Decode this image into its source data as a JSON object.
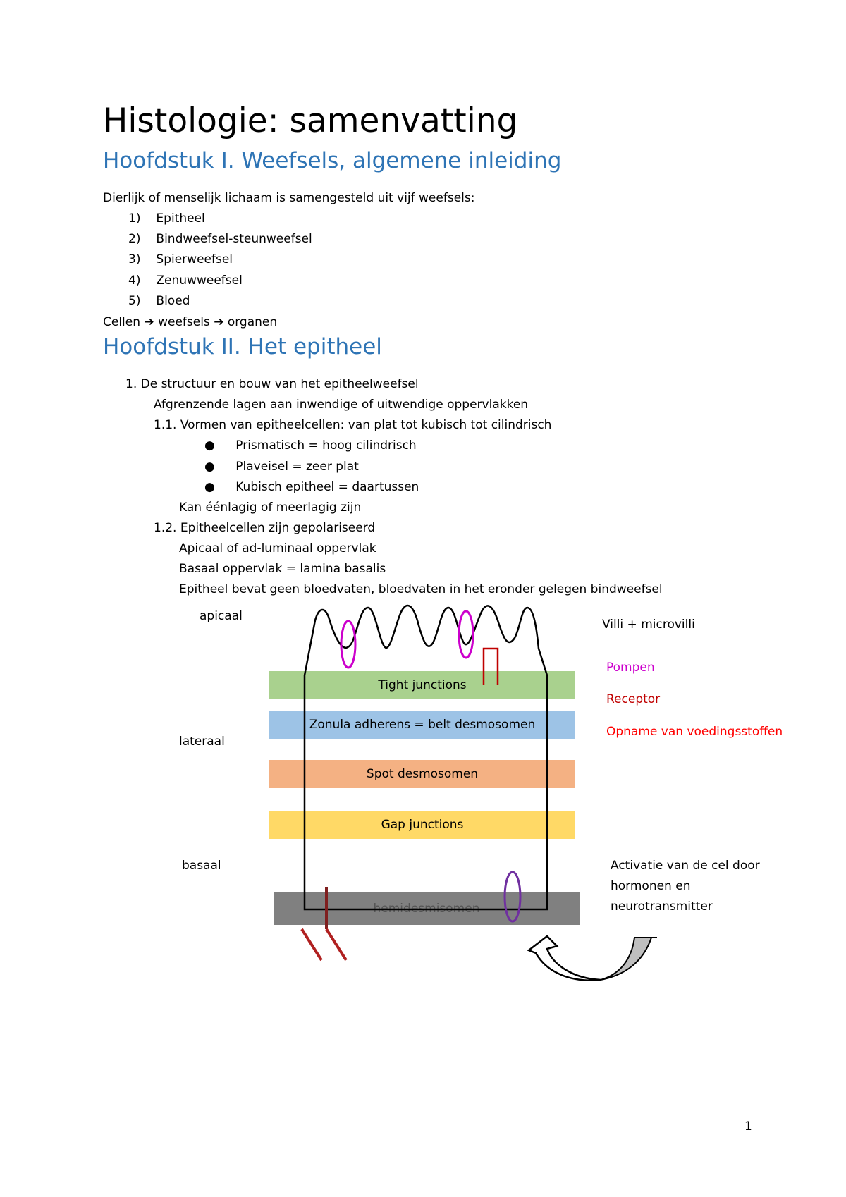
{
  "title": "Histologie: samenvatting",
  "chapter1": {
    "heading": "Hoofdstuk I. Weefsels, algemene inleiding",
    "intro": "Dierlijk of menselijk lichaam is samengesteld uit vijf weefsels:",
    "items": [
      {
        "num": "1)",
        "text": "Epitheel"
      },
      {
        "num": "2)",
        "text": "Bindweefsel-steunweefsel"
      },
      {
        "num": "3)",
        "text": "Spierweefsel"
      },
      {
        "num": "4)",
        "text": "Zenuwweefsel"
      },
      {
        "num": "5)",
        "text": "Bloed"
      }
    ],
    "flow": {
      "a": "Cellen",
      "arrow": "➔",
      "b": "weefsels",
      "c": "organen"
    }
  },
  "chapter2": {
    "heading": "Hoofdstuk II. Het epitheel",
    "section1": "1. De structuur en bouw van het epitheelweefsel",
    "section1_text": "Afgrenzende lagen aan inwendige of uitwendige oppervlakken",
    "sub11": "1.1. Vormen van epitheelcellen: van plat tot kubisch tot cilindrisch",
    "bullets": [
      "Prismatisch = hoog cilindrisch",
      "Plaveisel = zeer plat",
      "Kubisch epitheel = daartussen"
    ],
    "sub11_note": "Kan éénlagig of meerlagig zijn",
    "sub12": "1.2. Epitheelcellen zijn gepolariseerd",
    "sub12_lines": [
      "Apicaal of ad-luminaal oppervlak",
      "Basaal oppervlak = lamina basalis",
      "Epitheel bevat geen bloedvaten, bloedvaten in het eronder gelegen bindweefsel"
    ]
  },
  "diagram": {
    "left_labels": {
      "apical": "apicaal",
      "lateral": "lateraal",
      "basal": "basaal"
    },
    "bands": [
      {
        "label": "Tight junctions",
        "color": "#a9d18e"
      },
      {
        "label": "Zonula adherens = belt desmosomen",
        "color": "#9dc3e6"
      },
      {
        "label": "Spot desmosomen",
        "color": "#f4b183"
      },
      {
        "label": "Gap junctions",
        "color": "#ffd966"
      },
      {
        "label": "hemidesmisomen",
        "color": "#808080"
      }
    ],
    "right_labels": {
      "villi": "Villi + microvilli",
      "pumps": "Pompen",
      "receptor": "Receptor",
      "uptake": "Opname van voedingsstoffen",
      "activation": [
        "Activatie van de cel door",
        "hormonen en",
        "neurotransmitter"
      ]
    },
    "colors": {
      "pumps": "#cc00cc",
      "receptor": "#c00000",
      "uptake": "#ff0000",
      "outline": "#000000",
      "basal_receptor": "#7f1f1f",
      "basal_oval": "#7030a0"
    }
  },
  "page_number": "1"
}
